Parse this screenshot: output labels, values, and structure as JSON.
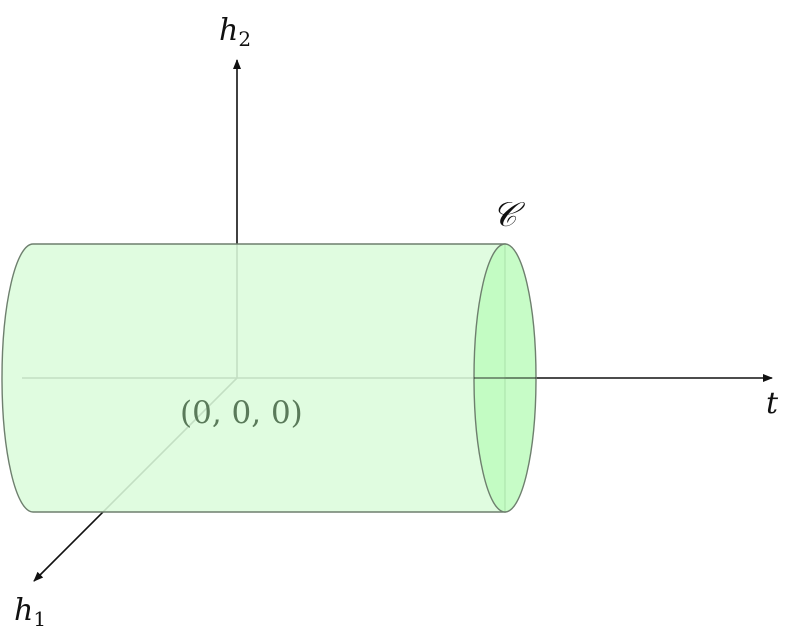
{
  "axes": {
    "vertical": {
      "label": "h",
      "subscript": "2"
    },
    "horizontal": {
      "label": "t"
    },
    "diagonal": {
      "label": "h",
      "subscript": "1"
    }
  },
  "cylinder": {
    "label": "𝒞"
  },
  "origin": {
    "label": "(0, 0, 0)"
  },
  "colors": {
    "cylinder_fill": "#dcfcdc",
    "cylinder_cap": "#bdfcbd",
    "cylinder_stroke": "#6e7f6e",
    "axis": "#111111",
    "origin_text": "#5a7a5a"
  }
}
